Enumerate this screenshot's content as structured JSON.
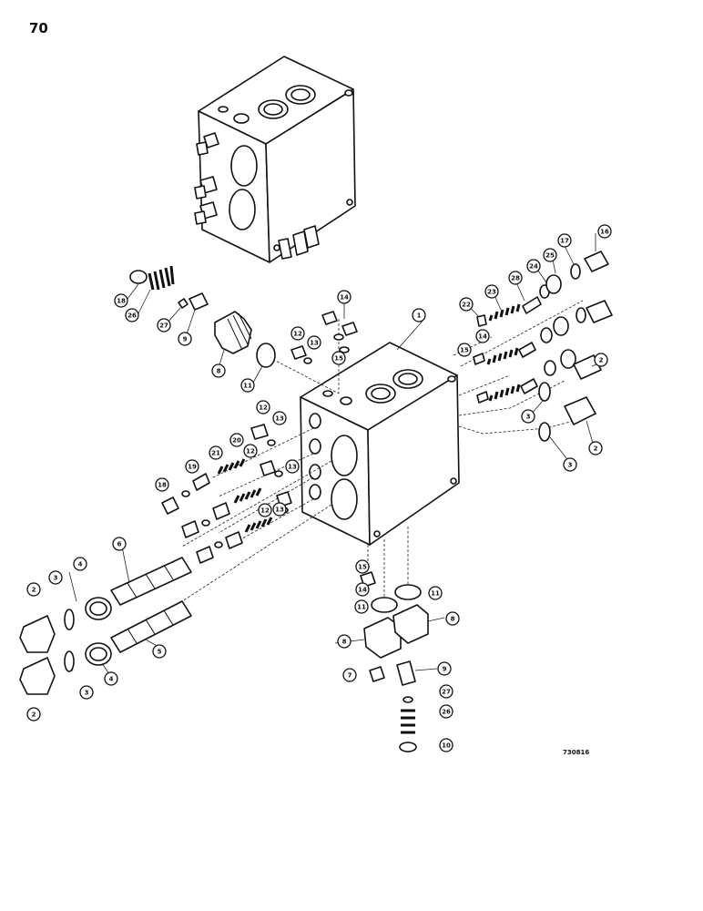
{
  "page": {
    "number": "70",
    "figure_code": "730816"
  },
  "callouts": [
    "18",
    "26",
    "27",
    "9",
    "8",
    "11",
    "14",
    "12",
    "13",
    "15",
    "1",
    "22",
    "23",
    "24",
    "28",
    "25",
    "17",
    "16",
    "14",
    "15",
    "2",
    "3",
    "2",
    "3",
    "12",
    "13",
    "20",
    "21",
    "12",
    "13",
    "18",
    "19",
    "12",
    "13",
    "6",
    "2",
    "3",
    "4",
    "5",
    "2",
    "3",
    "4",
    "15",
    "14",
    "11",
    "11",
    "8",
    "8",
    "7",
    "9",
    "27",
    "26",
    "10"
  ]
}
